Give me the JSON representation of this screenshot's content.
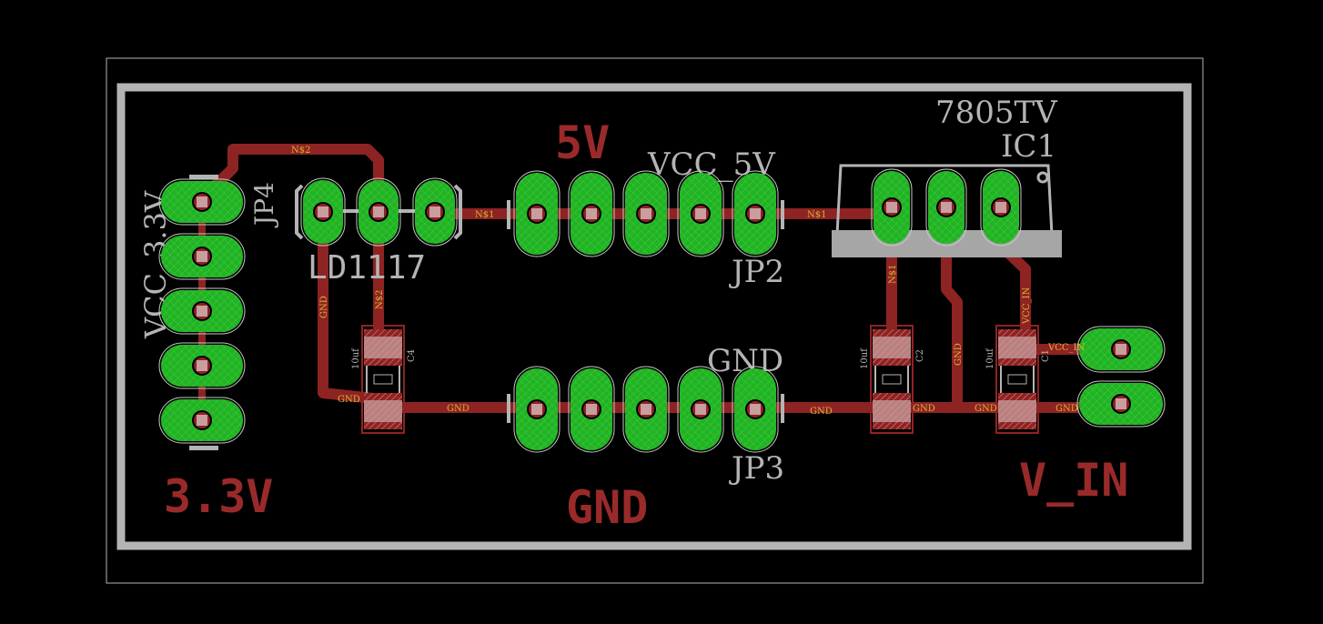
{
  "board": {
    "colors": {
      "background": "#000000",
      "outline": "#b4b4b4",
      "trace": "#8e2323",
      "pad": "#1fb421",
      "silkscreen": "#b4b4b4",
      "net_label": "#d9b230",
      "top_text": "#9a2a2a"
    }
  },
  "labels": {
    "big_5v": "5V",
    "big_3v3": "3.3V",
    "big_gnd": "GND",
    "big_vin": "V_IN"
  },
  "components": {
    "jp4": {
      "name": "JP4",
      "value": "VCC_3.3V",
      "pins": 5
    },
    "ld1117": {
      "name": "LD1117",
      "pins": 3
    },
    "jp2": {
      "name": "JP2",
      "value": "VCC_5V",
      "pins": 5
    },
    "jp3": {
      "name": "JP3",
      "value": "GND",
      "pins": 5
    },
    "ic1": {
      "name": "IC1",
      "value": "7805TV",
      "pins": 3
    },
    "c4": {
      "name": "C4",
      "value": "10uf"
    },
    "c2": {
      "name": "C2",
      "value": "10uf"
    },
    "c1": {
      "name": "C1",
      "value": "10uf"
    },
    "vin_connector": {
      "pins": 2
    }
  },
  "nets": {
    "n1": "N$1",
    "n2": "N$2",
    "gnd": "GND",
    "vcc_in": "VCC_IN"
  }
}
